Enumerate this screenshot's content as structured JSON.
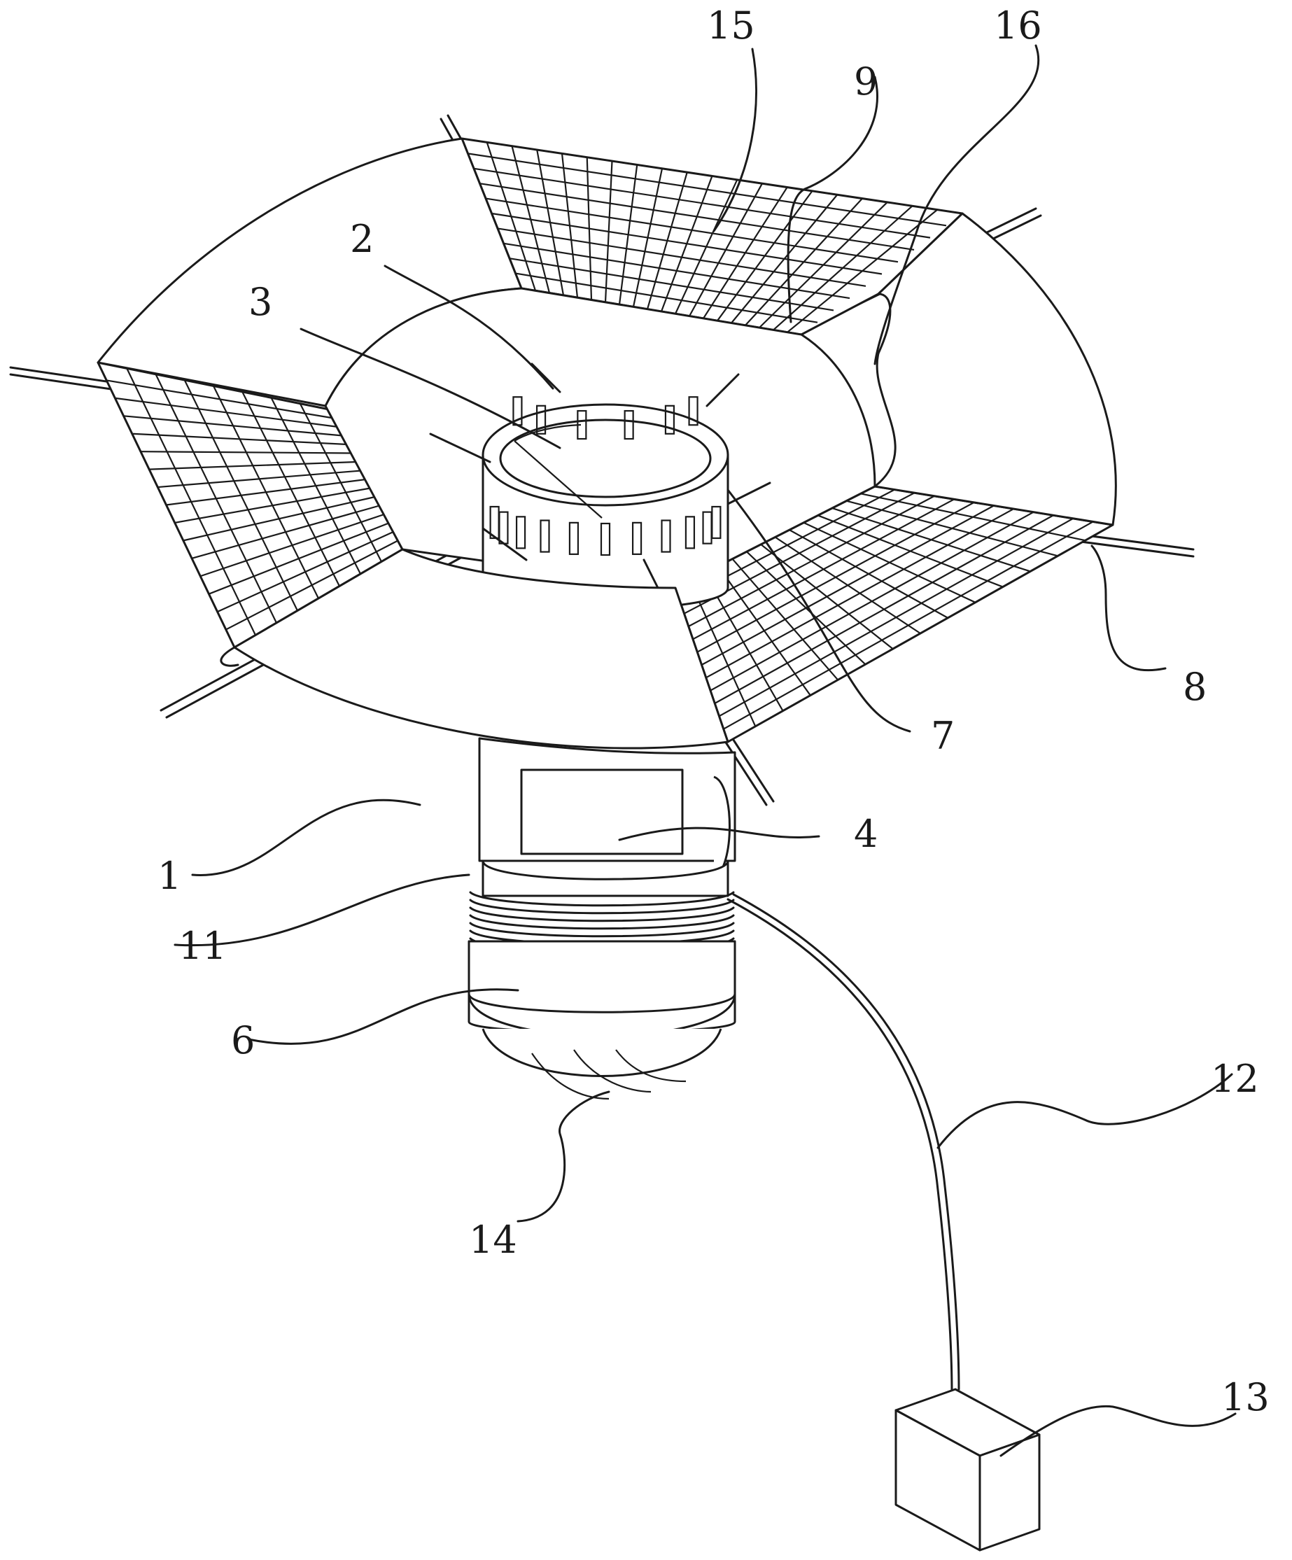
{
  "figure": {
    "colors": {
      "line": "#1a1a1a",
      "background": "#ffffff"
    }
  },
  "labels": [
    {
      "id": "1",
      "text": "1"
    },
    {
      "id": "2",
      "text": "2"
    },
    {
      "id": "3",
      "text": "3"
    },
    {
      "id": "4",
      "text": "4"
    },
    {
      "id": "6",
      "text": "6"
    },
    {
      "id": "7",
      "text": "7"
    },
    {
      "id": "8",
      "text": "8"
    },
    {
      "id": "9",
      "text": "9"
    },
    {
      "id": "11",
      "text": "11"
    },
    {
      "id": "12",
      "text": "12"
    },
    {
      "id": "13",
      "text": "13"
    },
    {
      "id": "14",
      "text": "14"
    },
    {
      "id": "15",
      "text": "15"
    },
    {
      "id": "16",
      "text": "16"
    }
  ]
}
